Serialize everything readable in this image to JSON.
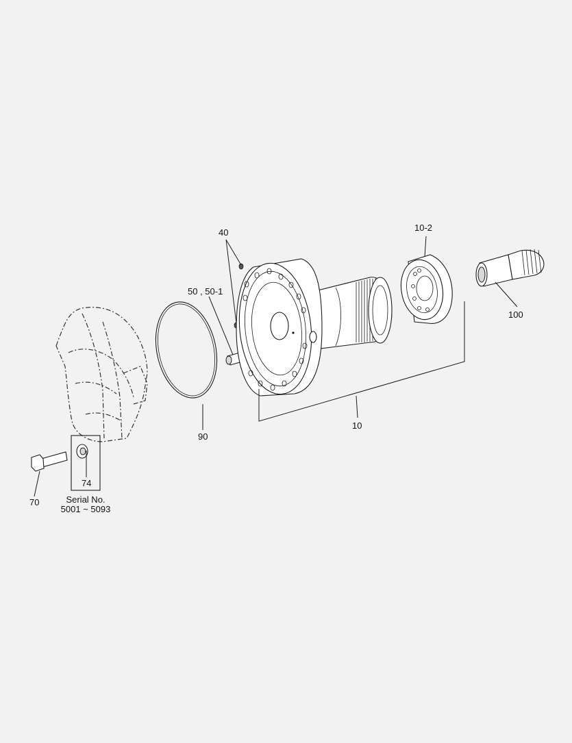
{
  "callouts": {
    "c40": "40",
    "c10_2": "10-2",
    "c50": "50 , 50-1",
    "c100": "100",
    "c90": "90",
    "c10": "10",
    "c74": "74",
    "c70": "70"
  },
  "note": {
    "line1": "Serial No.",
    "line2": "5001 ~ 5093"
  }
}
